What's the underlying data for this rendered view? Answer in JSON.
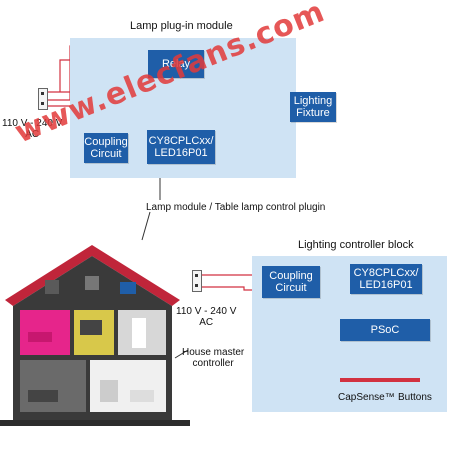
{
  "plugin_module": {
    "title": "Lamp plug-in module",
    "relay": "Relay",
    "coupling": "Coupling\nCircuit",
    "controller": "CY8CPLCxx/\nLED16P01",
    "lighting": "Lighting\nFixture",
    "voltage": "110 V - 240 V\nAC"
  },
  "link_caption": "Lamp module / Table lamp control plugin",
  "controller_block": {
    "title": "Lighting controller block",
    "coupling": "Coupling\nCircuit",
    "controller": "CY8CPLCxx/\nLED16P01",
    "psoc": "PSoC",
    "voltage": "110 V - 240 V\nAC",
    "house_master": "House master\ncontroller",
    "capsense": "CapSense™",
    "buttons": "Buttons"
  },
  "watermark": "www.elecfans.com",
  "colors": {
    "panel": "#cfe3f4",
    "box": "#1f5ea8",
    "wire": "#d23240",
    "roof": "#c0253a"
  }
}
